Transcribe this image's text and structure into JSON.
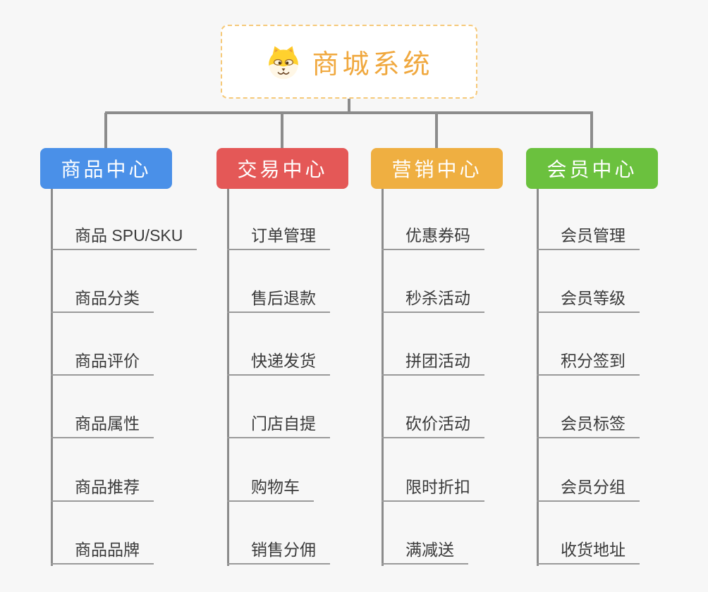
{
  "page": {
    "background_color": "#F7F7F7",
    "connector_color": "#8C8C8C",
    "leaf_underline_color": "#9A9A9A"
  },
  "root": {
    "title": "商城系统",
    "icon": "shiba-dog-face-icon",
    "text_color": "#F0A83E",
    "border_color": "#F6C979"
  },
  "branches": [
    {
      "label": "商品中心",
      "color": "#4A90E8",
      "items": [
        "商品 SPU/SKU",
        "商品分类",
        "商品评价",
        "商品属性",
        "商品推荐",
        "商品品牌"
      ]
    },
    {
      "label": "交易中心",
      "color": "#E45857",
      "items": [
        "订单管理",
        "售后退款",
        "快递发货",
        "门店自提",
        "购物车",
        "销售分佣"
      ]
    },
    {
      "label": "营销中心",
      "color": "#EFAF41",
      "items": [
        "优惠券码",
        "秒杀活动",
        "拼团活动",
        "砍价活动",
        "限时折扣",
        "满减送"
      ]
    },
    {
      "label": "会员中心",
      "color": "#6BC13E",
      "items": [
        "会员管理",
        "会员等级",
        "积分签到",
        "会员标签",
        "会员分组",
        "收货地址"
      ]
    }
  ]
}
